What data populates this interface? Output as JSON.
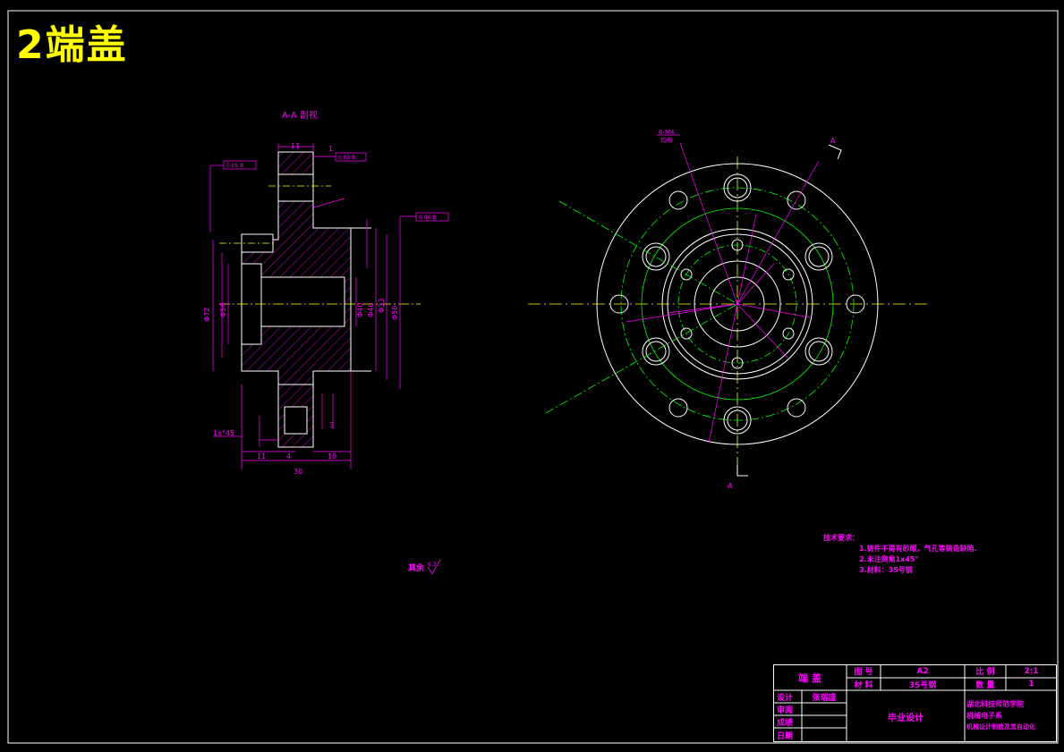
{
  "sheet_title": "2端盖",
  "section_label": "A-A 剖视",
  "view_marks": {
    "cut_top": "A",
    "cut_bottom": "A",
    "holes_note_1": "6-M4",
    "holes_note_2": "均布"
  },
  "dimensions": {
    "d30": "30",
    "d11_bottom": "11",
    "d4": "4",
    "d10": "10",
    "d11_top": "11",
    "d1": "1",
    "d3": "3",
    "chamfer": "1x°45",
    "phi72": "Φ72",
    "phi56": "Φ56",
    "phi50": "Φ50",
    "phi46": "Φ46",
    "phi40": "Φ40",
    "phi33": "Φ33"
  },
  "tolerances": {
    "tol1": "0.05 B",
    "tol2": "0.04 B",
    "tol3": "0.02 B"
  },
  "roughness_note": "其余",
  "roughness_value": "6.3",
  "tech_requirements": {
    "heading": "技术要求：",
    "item1": "1.铸件不得有砂眼，气孔等铸造缺陷.",
    "item2": "2.未注倒角1x45°",
    "item3": "3.材料：35号钢"
  },
  "title_block": {
    "part_name": "端 盖",
    "drawing_no_label": "图 号",
    "drawing_no": "A2",
    "scale_label": "比 例",
    "scale": "2:1",
    "material_label": "材 料",
    "material": "35号钢",
    "quantity_label": "数 量",
    "quantity": "1",
    "design_label": "设计",
    "designer": "张瑞盛",
    "review_label": "审阅",
    "proof_label": "成绩",
    "date_label": "日期",
    "project": "毕业设计",
    "school": "湖北科技师范学院",
    "dept": "机械电子系",
    "major": "机械设计制造及其自动化"
  },
  "colors": {
    "background": "#000000",
    "outline": "#ffffff",
    "annotation": "#ff00ff",
    "centerline": "#ffff00",
    "hidden": "#00ff00",
    "title": "#ffff00"
  }
}
